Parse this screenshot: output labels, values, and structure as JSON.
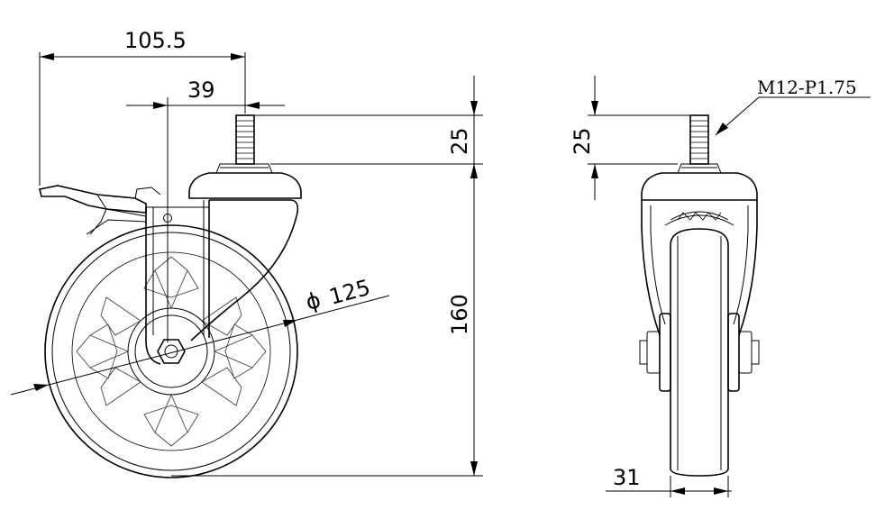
{
  "dimensions": {
    "width_offset": "105.5",
    "stem_offset": "39",
    "stem_height_side": "25",
    "total_height": "160",
    "wheel_diameter": "125",
    "stem_height_front": "25",
    "thread_spec": "M12-P1.75",
    "wheel_width": "31"
  },
  "symbols": {
    "diameter_symbol": "ϕ"
  }
}
